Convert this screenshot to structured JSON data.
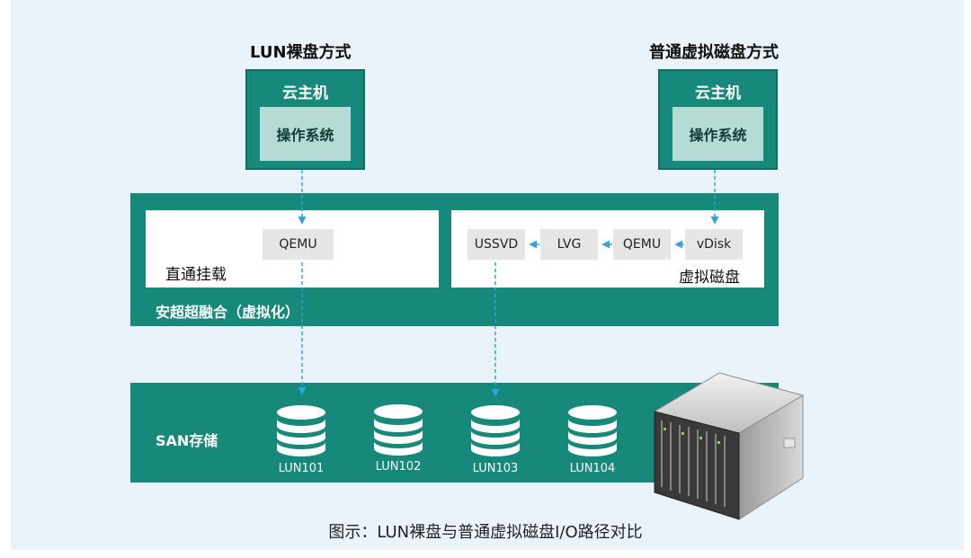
{
  "left_title": "LUN裸盘方式",
  "right_title": "普通虚拟磁盘方式",
  "vm_label": "云主机",
  "os_label": "操作系统",
  "virt_layer": {
    "label": "安超超融合（虚拟化）",
    "left_box": {
      "chip": "QEMU",
      "label": "直通挂载"
    },
    "right_box": {
      "chips": [
        "USSVD",
        "LVG",
        "QEMU",
        "vDisk"
      ],
      "label": "虚拟磁盘"
    }
  },
  "storage": {
    "label": "SAN存储",
    "luns": [
      "LUN101",
      "LUN102",
      "LUN103",
      "LUN104"
    ]
  },
  "caption": "图示：LUN裸盘与普通虚拟磁盘I/O路径对比",
  "colors": {
    "teal": "#16897a",
    "teal_light": "#b6dbd5",
    "arrow": "#2aa6e0",
    "background": "#eaf3f9"
  }
}
